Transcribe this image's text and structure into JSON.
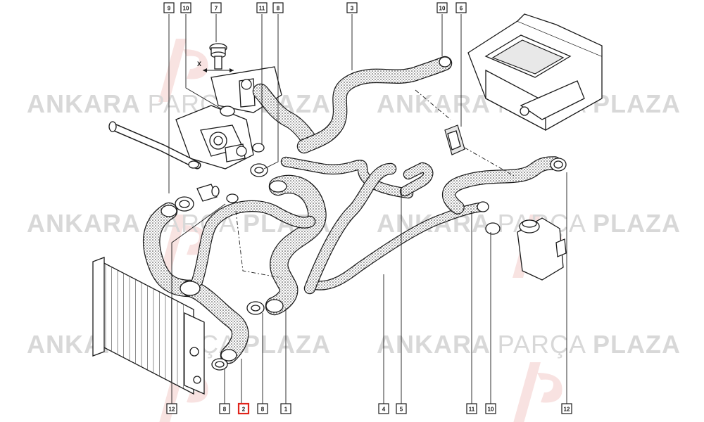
{
  "watermark": {
    "word1": "ANKARA",
    "word2": "PARÇA",
    "word3": "PLAZA"
  },
  "dimension_label": "X",
  "colors": {
    "highlight": "#e0241b",
    "watermark": "#d8d8d8",
    "logo_red": "#f2c7c4",
    "hose_fill": "#bdbdbd"
  },
  "callouts_top": [
    "9",
    "10",
    "7",
    "11",
    "8",
    "3",
    "10",
    "6"
  ],
  "callouts_bottom": [
    "12",
    "8",
    "2",
    "8",
    "1",
    "4",
    "5",
    "11",
    "10",
    "12"
  ],
  "highlighted_callout": "2"
}
